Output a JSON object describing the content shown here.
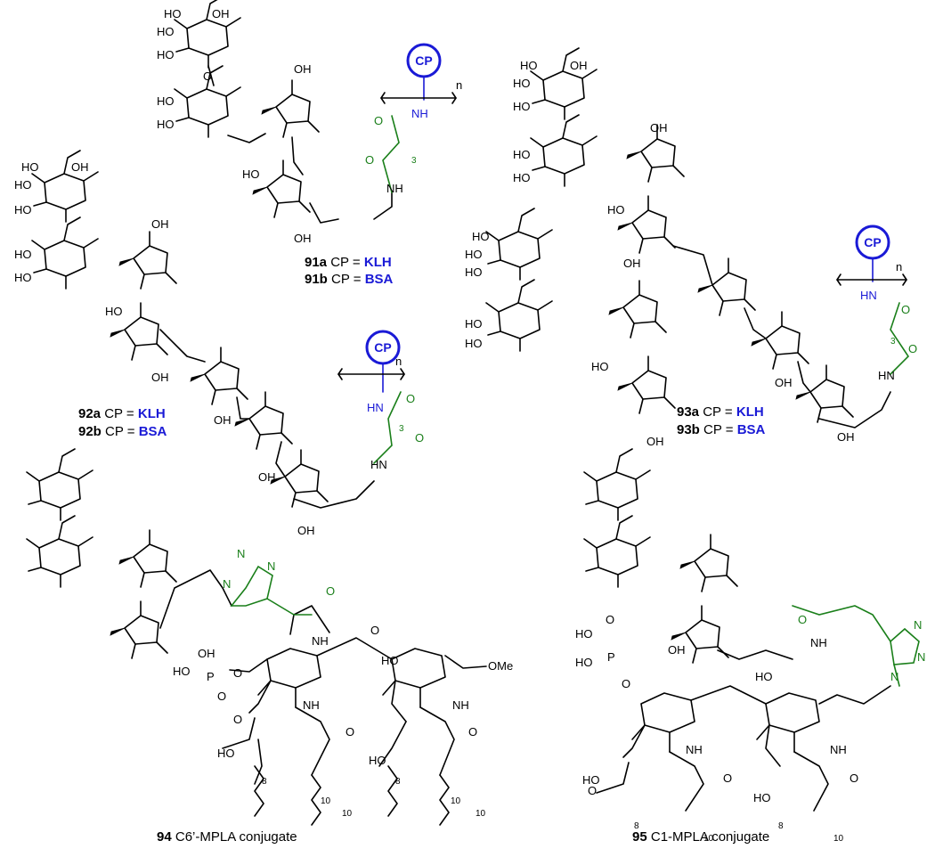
{
  "conjugates": {
    "c91": {
      "line_a": {
        "code": "91a",
        "prefix": "CP =",
        "carrier": "KLH"
      },
      "line_b": {
        "code": "91b",
        "prefix": "CP =",
        "carrier": "BSA"
      }
    },
    "c92": {
      "line_a": {
        "code": "92a",
        "prefix": "CP =",
        "carrier": "KLH"
      },
      "line_b": {
        "code": "92b",
        "prefix": "CP =",
        "carrier": "BSA"
      }
    },
    "c93": {
      "line_a": {
        "code": "93a",
        "prefix": "CP =",
        "carrier": "KLH"
      },
      "line_b": {
        "code": "93b",
        "prefix": "CP =",
        "carrier": "BSA"
      }
    },
    "c94": {
      "code": "94",
      "caption": "C6’-MPLA conjugate"
    },
    "c95": {
      "code": "95",
      "caption": "C1-MPLA conjugate"
    }
  },
  "atoms": {
    "oh": "OH",
    "ho": "HO",
    "o": "O",
    "nh": "NH",
    "hn": "HN",
    "n": "N",
    "p": "P",
    "ome": "OMe",
    "cp": "CP",
    "n_repeat": "n",
    "sub3": "3",
    "sub8": "8",
    "sub10": "10"
  },
  "colors": {
    "linker": "#1a7f1a",
    "carrier": "#1a1ad6",
    "structure": "#000000"
  }
}
